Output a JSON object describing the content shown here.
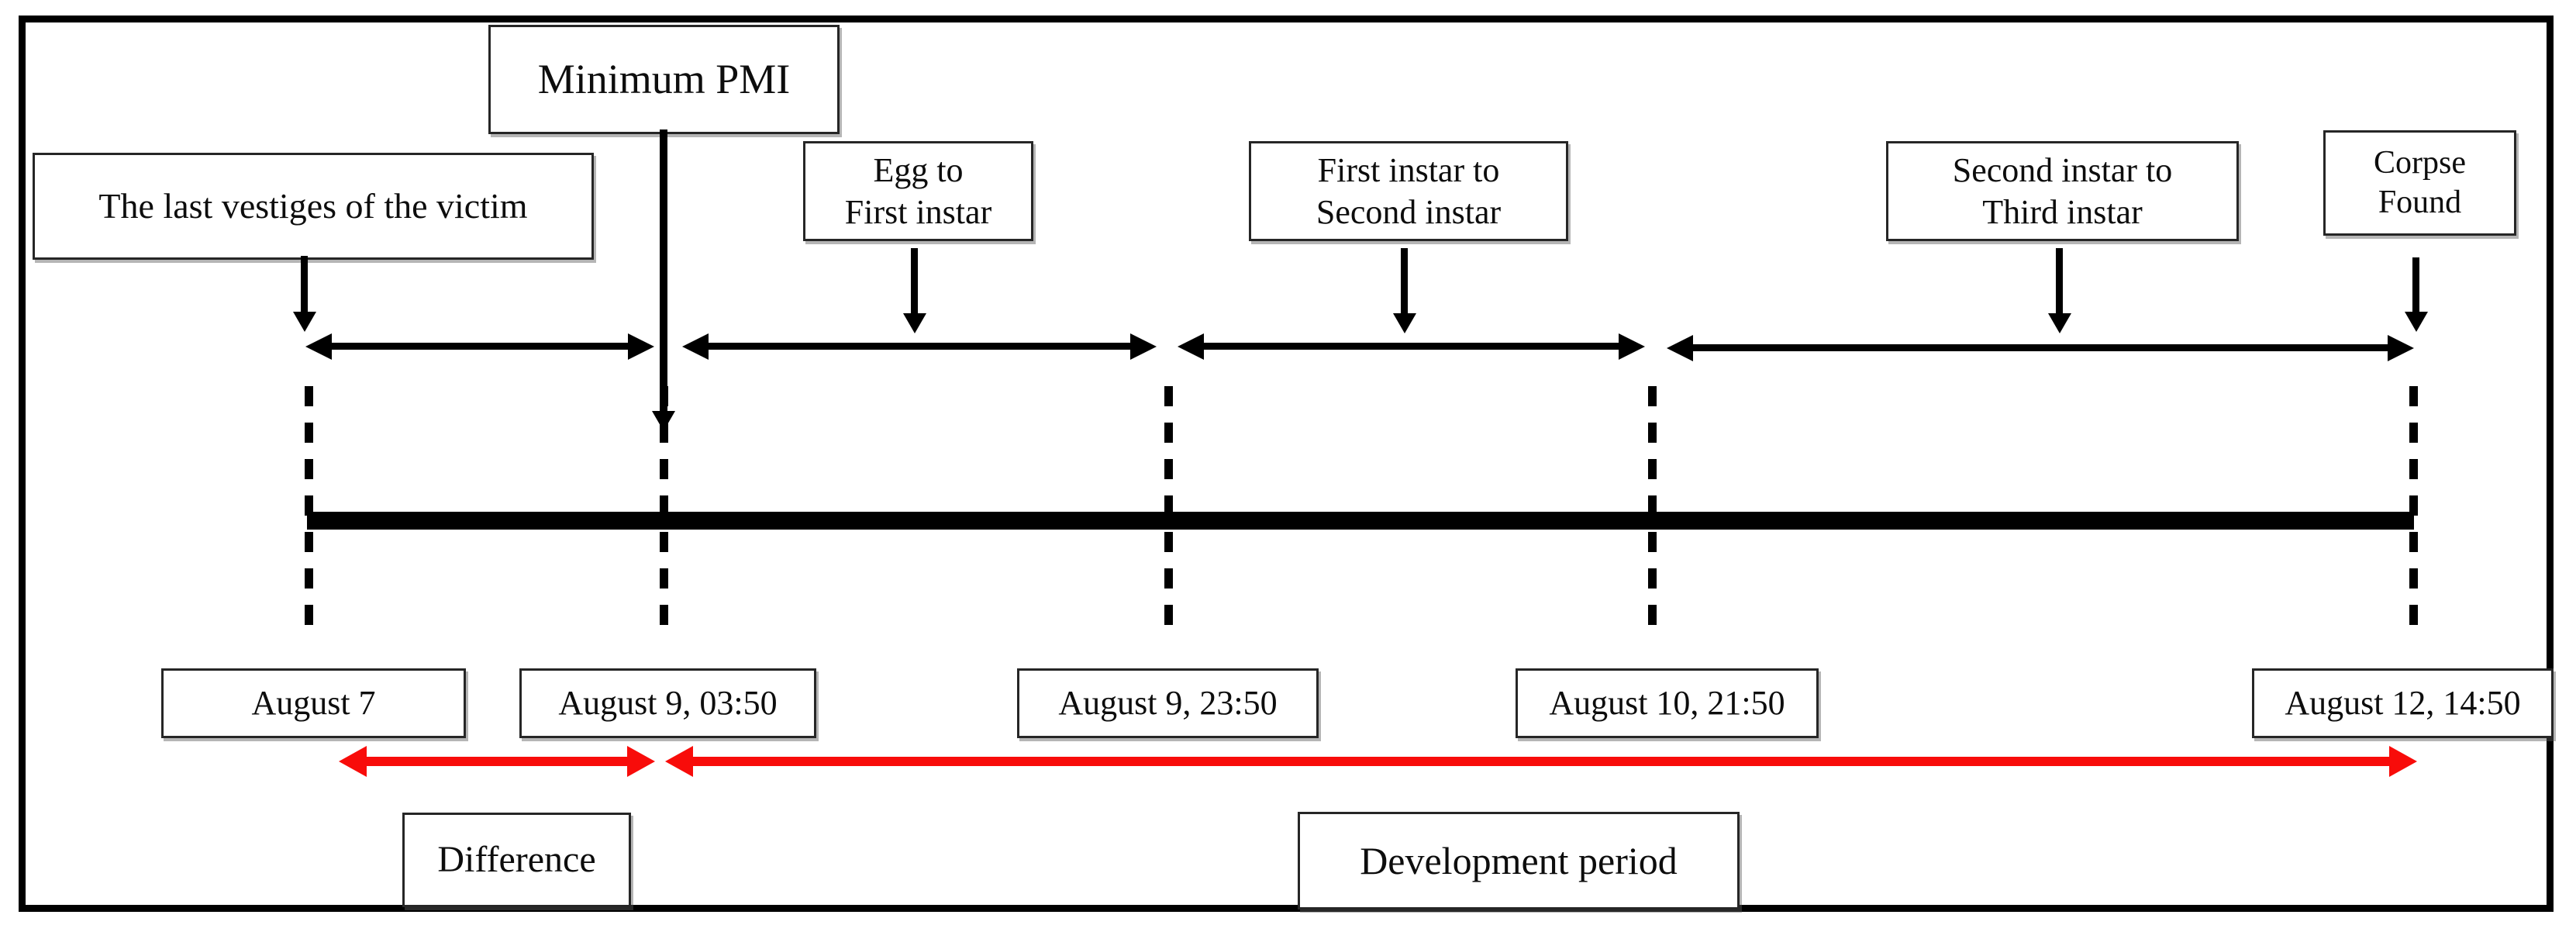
{
  "stage_boxes": [
    {
      "lines": [
        "The last vestiges of the victim"
      ]
    },
    {
      "lines": [
        "Minimum PMI"
      ]
    },
    {
      "lines": [
        "Egg to",
        "First instar"
      ]
    },
    {
      "lines": [
        "First instar to",
        "Second instar"
      ]
    },
    {
      "lines": [
        "Second instar to",
        "Third instar"
      ]
    },
    {
      "lines": [
        "Corpse",
        "Found"
      ]
    }
  ],
  "date_boxes": [
    "August 7",
    "August 9, 03:50",
    "August 9, 23:50",
    "August 10, 21:50",
    "August 12, 14:50"
  ],
  "period_labels": {
    "difference": "Difference",
    "development": "Development period"
  },
  "colors": {
    "line_black": "#000000",
    "arrow_red": "#f80c0a",
    "box_border": "#262626"
  }
}
